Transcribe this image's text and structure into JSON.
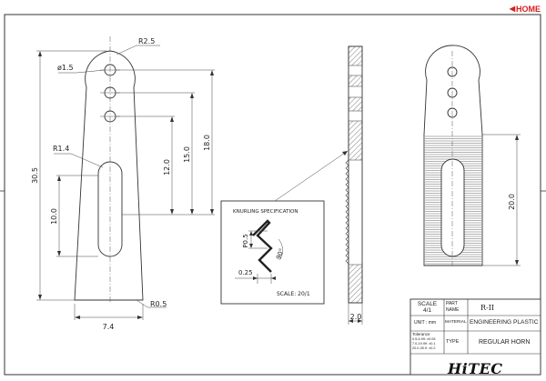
{
  "nav": {
    "home_label": "HOME"
  },
  "views": {
    "front": {
      "dim_r25": "R2.5",
      "dim_d15": "ø1.5",
      "dim_r14": "R1.4",
      "dim_r05": "R0.5",
      "dim_total_height": "30.5",
      "dim_slot": "10.0",
      "dim_h12": "12.0",
      "dim_h15": "15.0",
      "dim_h18": "18.0",
      "dim_width": "7.4"
    },
    "side": {
      "dim_thickness": "2.0"
    },
    "knurled": {
      "dim_knurl_length": "20.0"
    }
  },
  "knurling": {
    "title": "KNURLING SPECIFICATION",
    "pitch": "P0.5",
    "depth": "0.25",
    "angle": "90°",
    "scale": "SCALE: 20/1"
  },
  "title_block": {
    "scale_label": "SCALE",
    "scale_value": "4/1",
    "part_label_1": "PART",
    "part_label_2": "NAME",
    "part_value": "R-II",
    "unit_text": "UNIT : mm",
    "material_label": "MATERIAL",
    "material_value": "ENGINEERING PLASTIC",
    "tolerance": [
      "Tolerance",
      "0.5-6.99: ±0.05",
      "7.0-19.99: ±0.1",
      "20.0-39.9: ±0.2"
    ],
    "type_label": "TYPE",
    "type_value": "REGULAR HORN"
  },
  "brand": {
    "logo_text": "HiTEC"
  },
  "colors": {
    "accent_red": "#d62020",
    "line": "#333333",
    "background": "#ffffff"
  }
}
